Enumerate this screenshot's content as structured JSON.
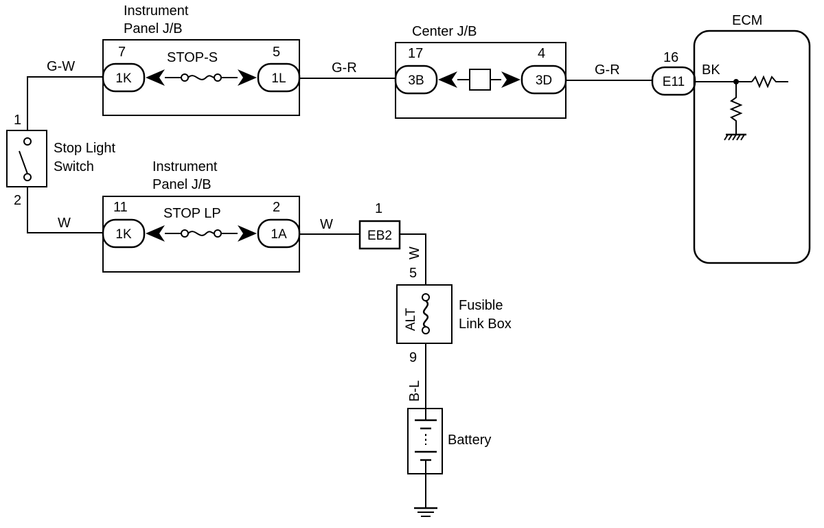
{
  "diagram": {
    "colors": {
      "ink": "#000000",
      "paper": "#ffffff"
    },
    "ipjb_top": {
      "title_line1": "Instrument",
      "title_line2": "Panel J/B",
      "fuse_label": "STOP-S",
      "left_pin": "7",
      "left_conn": "1K",
      "right_pin": "5",
      "right_conn": "1L"
    },
    "center_jb": {
      "title": "Center J/B",
      "left_pin": "17",
      "left_conn": "3B",
      "right_pin": "4",
      "right_conn": "3D"
    },
    "ecm": {
      "title": "ECM",
      "pin": "16",
      "conn": "E11",
      "wire_label": "BK"
    },
    "stop_switch": {
      "label_line1": "Stop Light",
      "label_line2": "Switch",
      "pin_top": "1",
      "pin_bottom": "2"
    },
    "ipjb_bottom": {
      "title_line1": "Instrument",
      "title_line2": "Panel J/B",
      "fuse_label": "STOP LP",
      "left_pin": "11",
      "left_conn": "1K",
      "right_pin": "2",
      "right_conn": "1A"
    },
    "eb2": {
      "pin": "1",
      "conn": "EB2"
    },
    "fusible_link": {
      "label_line1": "Fusible",
      "label_line2": "Link Box",
      "fuse": "ALT",
      "pin_top": "5",
      "pin_bottom": "9"
    },
    "battery": {
      "label": "Battery"
    },
    "wires": {
      "gw": "G-W",
      "gr1": "G-R",
      "gr2": "G-R",
      "w1": "W",
      "w2": "W",
      "w3": "W",
      "bl": "B-L"
    }
  }
}
